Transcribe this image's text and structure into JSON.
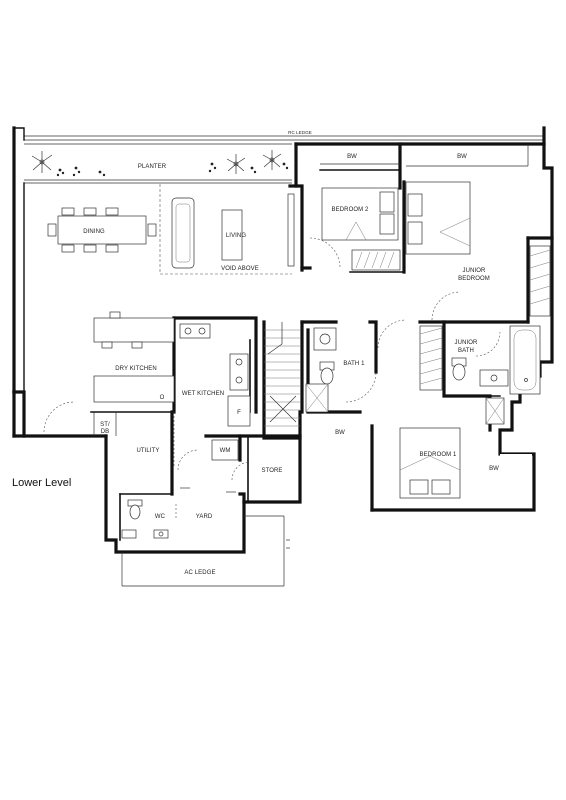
{
  "plan": {
    "level_label": "Lower Level",
    "labels": {
      "rc_ledge": "RC LEDGE",
      "planter": "PLANTER",
      "bw_top_left": "BW",
      "bw_top_right": "BW",
      "bedroom2": "BEDROOM 2",
      "dining": "DINING",
      "living": "LIVING",
      "void_above": "VOID ABOVE",
      "junior_bedroom_1": "JUNIOR",
      "junior_bedroom_2": "BEDROOM",
      "junior_bath_1": "JUNIOR",
      "junior_bath_2": "BATH",
      "dry_kitchen": "DRY KITCHEN",
      "wet_kitchen": "WET KITCHEN",
      "bath1": "BATH 1",
      "fridge": "F",
      "st_db_1": "ST/",
      "st_db_2": "DB",
      "bw_mid": "BW",
      "bedroom1": "BEDROOM 1",
      "bw_right": "BW",
      "utility": "UTILITY",
      "wm": "WM",
      "store": "STORE",
      "wc": "WC",
      "yard": "YARD",
      "ac_ledge": "AC LEDGE",
      "oven": "O"
    }
  }
}
